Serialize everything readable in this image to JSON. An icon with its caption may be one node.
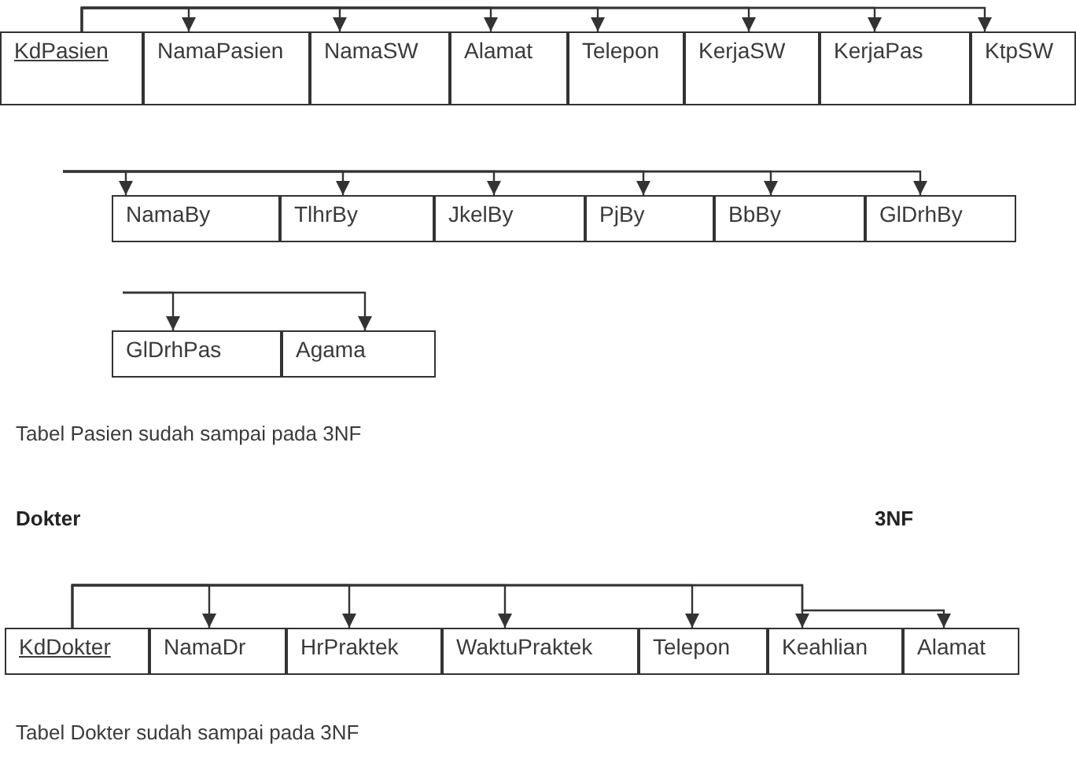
{
  "diagram": {
    "nodes": [
      {
        "text": [
          "KdPasien"
        ]
      },
      {
        "text": [
          "NamaPasien"
        ]
      },
      {
        "text": [
          "NamaSW"
        ]
      },
      {
        "text": [
          "Alamat"
        ]
      },
      {
        "text": [
          "Telepon"
        ]
      },
      {
        "text": [
          "KerjaSW"
        ]
      },
      {
        "text": [
          "KerjaPas"
        ]
      },
      {
        "text": [
          "KtpSW"
        ]
      },
      {
        "text": [
          "NamaBy"
        ]
      },
      {
        "text": [
          "TlhrBy"
        ]
      },
      {
        "text": [
          "JkelBy"
        ]
      },
      {
        "text": [
          "PjBy"
        ]
      },
      {
        "text": [
          "BbBy"
        ]
      },
      {
        "text": [
          "GlDrhBy"
        ]
      },
      {
        "text": [
          "GlDrhPas"
        ]
      },
      {
        "text": [
          "Agama"
        ]
      },
      {
        "text": [
          "KdDokter"
        ]
      },
      {
        "text": [
          "NamaDr"
        ]
      },
      {
        "text": [
          "HrPraktek"
        ]
      },
      {
        "text": [
          "WaktuPraktek"
        ]
      },
      {
        "text": [
          "Telepon"
        ]
      },
      {
        "text": [
          "Keahlian"
        ]
      },
      {
        "text": [
          "Alamat"
        ]
      }
    ],
    "edges": [
      {
        "from": 0,
        "to": 1,
        "arrow": "to"
      },
      {
        "from": 0,
        "to": 2,
        "arrow": "to"
      },
      {
        "from": 0,
        "to": 3,
        "arrow": "to"
      },
      {
        "from": 0,
        "to": 4,
        "arrow": "to"
      },
      {
        "from": 0,
        "to": 5,
        "arrow": "to"
      },
      {
        "from": 0,
        "to": 6,
        "arrow": "to"
      },
      {
        "from": 0,
        "to": 7,
        "arrow": "to"
      },
      {
        "from": null,
        "to": 8,
        "arrow": "to"
      },
      {
        "from": null,
        "to": 9,
        "arrow": "to"
      },
      {
        "from": null,
        "to": 10,
        "arrow": "to"
      },
      {
        "from": null,
        "to": 11,
        "arrow": "to"
      },
      {
        "from": null,
        "to": 12,
        "arrow": "to"
      },
      {
        "from": null,
        "to": 13,
        "arrow": "to"
      },
      {
        "from": null,
        "to": 14,
        "arrow": "to"
      },
      {
        "from": null,
        "to": 15,
        "arrow": "to"
      },
      {
        "from": 16,
        "to": 17,
        "arrow": "to"
      },
      {
        "from": 16,
        "to": 18,
        "arrow": "to"
      },
      {
        "from": 16,
        "to": 19,
        "arrow": "to"
      },
      {
        "from": 16,
        "to": 20,
        "arrow": "to"
      },
      {
        "from": 16,
        "to": 21,
        "arrow": "to"
      },
      {
        "from": 16,
        "to": 22,
        "arrow": "to"
      }
    ],
    "labels": [
      "Tabel Pasien sudah sampai pada 3NF",
      "Dokter",
      "3NF",
      "Tabel Dokter sudah sampai pada 3NF"
    ]
  }
}
